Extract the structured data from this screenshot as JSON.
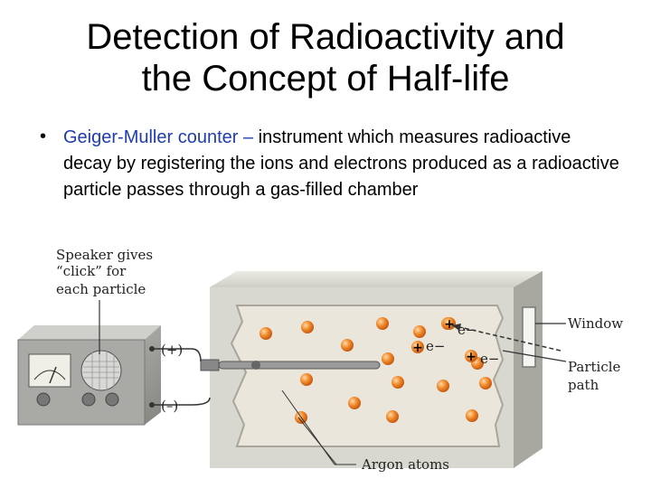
{
  "slide": {
    "title_line1": "Detection of Radioactivity and",
    "title_line2": "the Concept of Half-life",
    "bullet_symbol": "•",
    "term": "Geiger-Muller counter –",
    "definition": " instrument which measures radioactive decay by registering the ions and electrons produced as a radioactive particle passes through a gas-filled chamber"
  },
  "diagram": {
    "speaker_label_1": "Speaker gives",
    "speaker_label_2": "“click” for",
    "speaker_label_3": "each particle",
    "plus_terminal": "(+)",
    "minus_terminal": "(–)",
    "window_label": "Window",
    "particle_path_1": "Particle",
    "particle_path_2": "path",
    "argon_label": "Argon atoms",
    "electron_label": "e−",
    "ion_sign": "+",
    "colors": {
      "atom": "#f08a2a",
      "chamber": "#d9d8d0",
      "counter": "#9a9b98",
      "term_blue": "#1f3dab"
    }
  }
}
